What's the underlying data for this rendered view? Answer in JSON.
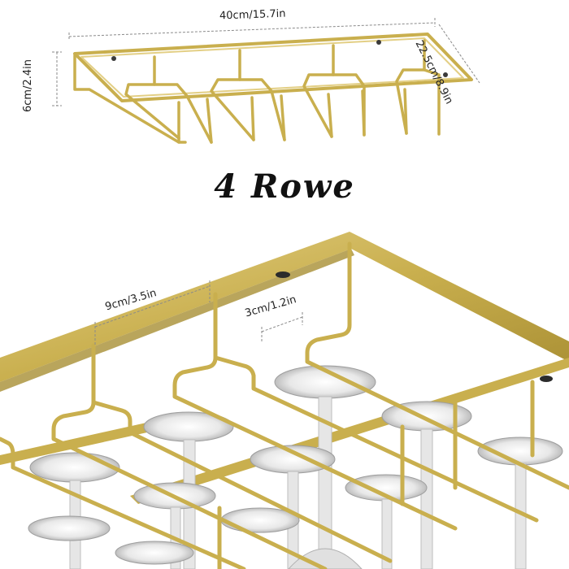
{
  "headline": "4 Rowe",
  "dimensions": {
    "width": "40cm/15.7in",
    "depth": "22.5cm/8.9in",
    "height": "6cm/2.4in",
    "slot_width": "9cm/3.5in",
    "slot_gap": "3cm/1.2in"
  },
  "colors": {
    "gold": "#C9AF4E",
    "gold_dark": "#A88E33",
    "gold_light": "#E3CF85",
    "dimension_line": "#8A8A8A",
    "glass": "#DCDCDC"
  }
}
